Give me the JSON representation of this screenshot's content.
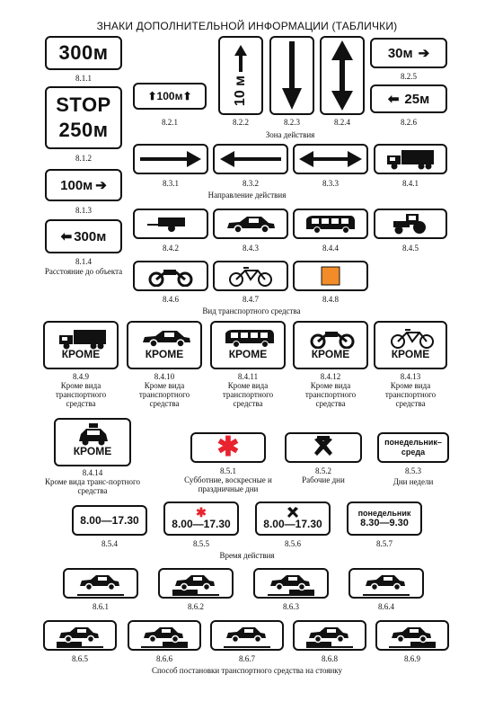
{
  "title": "ЗНАКИ ДОПОЛНИТЕЛЬНОЙ ИНФОРМАЦИИ (ТАБЛИЧКИ)",
  "signs": {
    "s811": {
      "text": "300м",
      "code": "8.1.1"
    },
    "s812": {
      "line1": "STOP",
      "line2": "250м",
      "code": "8.1.2"
    },
    "s813": {
      "text": "100м",
      "code": "8.1.3"
    },
    "s814": {
      "text": "300м",
      "code": "8.1.4",
      "caption": "Расстояние до объекта"
    },
    "s821": {
      "text": "100м",
      "code": "8.2.1"
    },
    "s822": {
      "text": "10 м",
      "code": "8.2.2"
    },
    "s823": {
      "code": "8.2.3"
    },
    "s824": {
      "code": "8.2.4"
    },
    "s825": {
      "text": "30м",
      "code": "8.2.5"
    },
    "s826": {
      "text": "25м",
      "code": "8.2.6"
    },
    "zone_caption": "Зона действия",
    "s831": {
      "code": "8.3.1"
    },
    "s832": {
      "code": "8.3.2"
    },
    "s833": {
      "code": "8.3.3"
    },
    "s841": {
      "code": "8.4.1"
    },
    "direction_caption": "Направление действия",
    "s842": {
      "code": "8.4.2"
    },
    "s843": {
      "code": "8.4.3"
    },
    "s844": {
      "code": "8.4.4"
    },
    "s845": {
      "code": "8.4.5"
    },
    "s846": {
      "code": "8.4.6"
    },
    "s847": {
      "code": "8.4.7"
    },
    "s848": {
      "code": "8.4.8"
    },
    "vehicle_caption": "Вид транспортного средства",
    "krome": "КРОМЕ",
    "s849": {
      "code": "8.4.9",
      "caption": "Кроме вида транспортного средства"
    },
    "s8410": {
      "code": "8.4.10",
      "caption": "Кроме вида транспортного средства"
    },
    "s8411": {
      "code": "8.4.11",
      "caption": "Кроме вида транспортного средства"
    },
    "s8412": {
      "code": "8.4.12",
      "caption": "Кроме вида транспортного средства"
    },
    "s8413": {
      "code": "8.4.13",
      "caption": "Кроме вида транспортного средства"
    },
    "s8414": {
      "code": "8.4.14",
      "caption": "Кроме вида транс-портного средства"
    },
    "s851": {
      "code": "8.5.1",
      "caption": "Субботние, воскресные и праздничные дни"
    },
    "s852": {
      "code": "8.5.2",
      "caption": "Рабочие дни"
    },
    "s853": {
      "text": "понедельник–среда",
      "code": "8.5.3",
      "caption": "Дни недели"
    },
    "s854": {
      "text": "8.00—17.30",
      "code": "8.5.4"
    },
    "s855": {
      "text": "8.00—17.30",
      "code": "8.5.5"
    },
    "s856": {
      "text": "8.00—17.30",
      "code": "8.5.6"
    },
    "s857": {
      "line1": "понедельник",
      "line2": "8.30—9.30",
      "code": "8.5.7"
    },
    "time_caption": "Время действия",
    "parking": [
      "8.6.1",
      "8.6.2",
      "8.6.3",
      "8.6.4",
      "8.6.5",
      "8.6.6",
      "8.6.7",
      "8.6.8",
      "8.6.9"
    ],
    "parking_caption": "Способ постановки транспортного средства на стоянку"
  },
  "colors": {
    "ink": "#111111",
    "red": "#e8232f",
    "orange": "#f28c28"
  }
}
